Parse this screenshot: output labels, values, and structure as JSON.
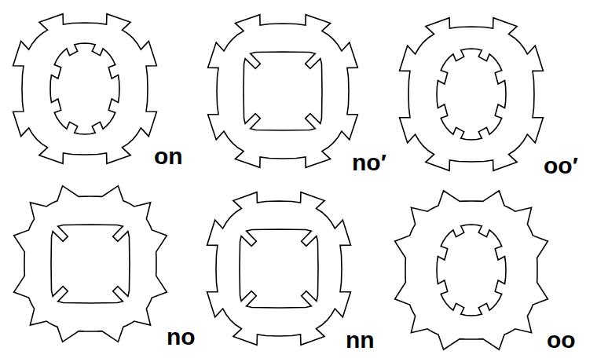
{
  "diagram": {
    "labels": [
      "on",
      "no′",
      "oo′",
      "no",
      "nn",
      "oo"
    ]
  }
}
